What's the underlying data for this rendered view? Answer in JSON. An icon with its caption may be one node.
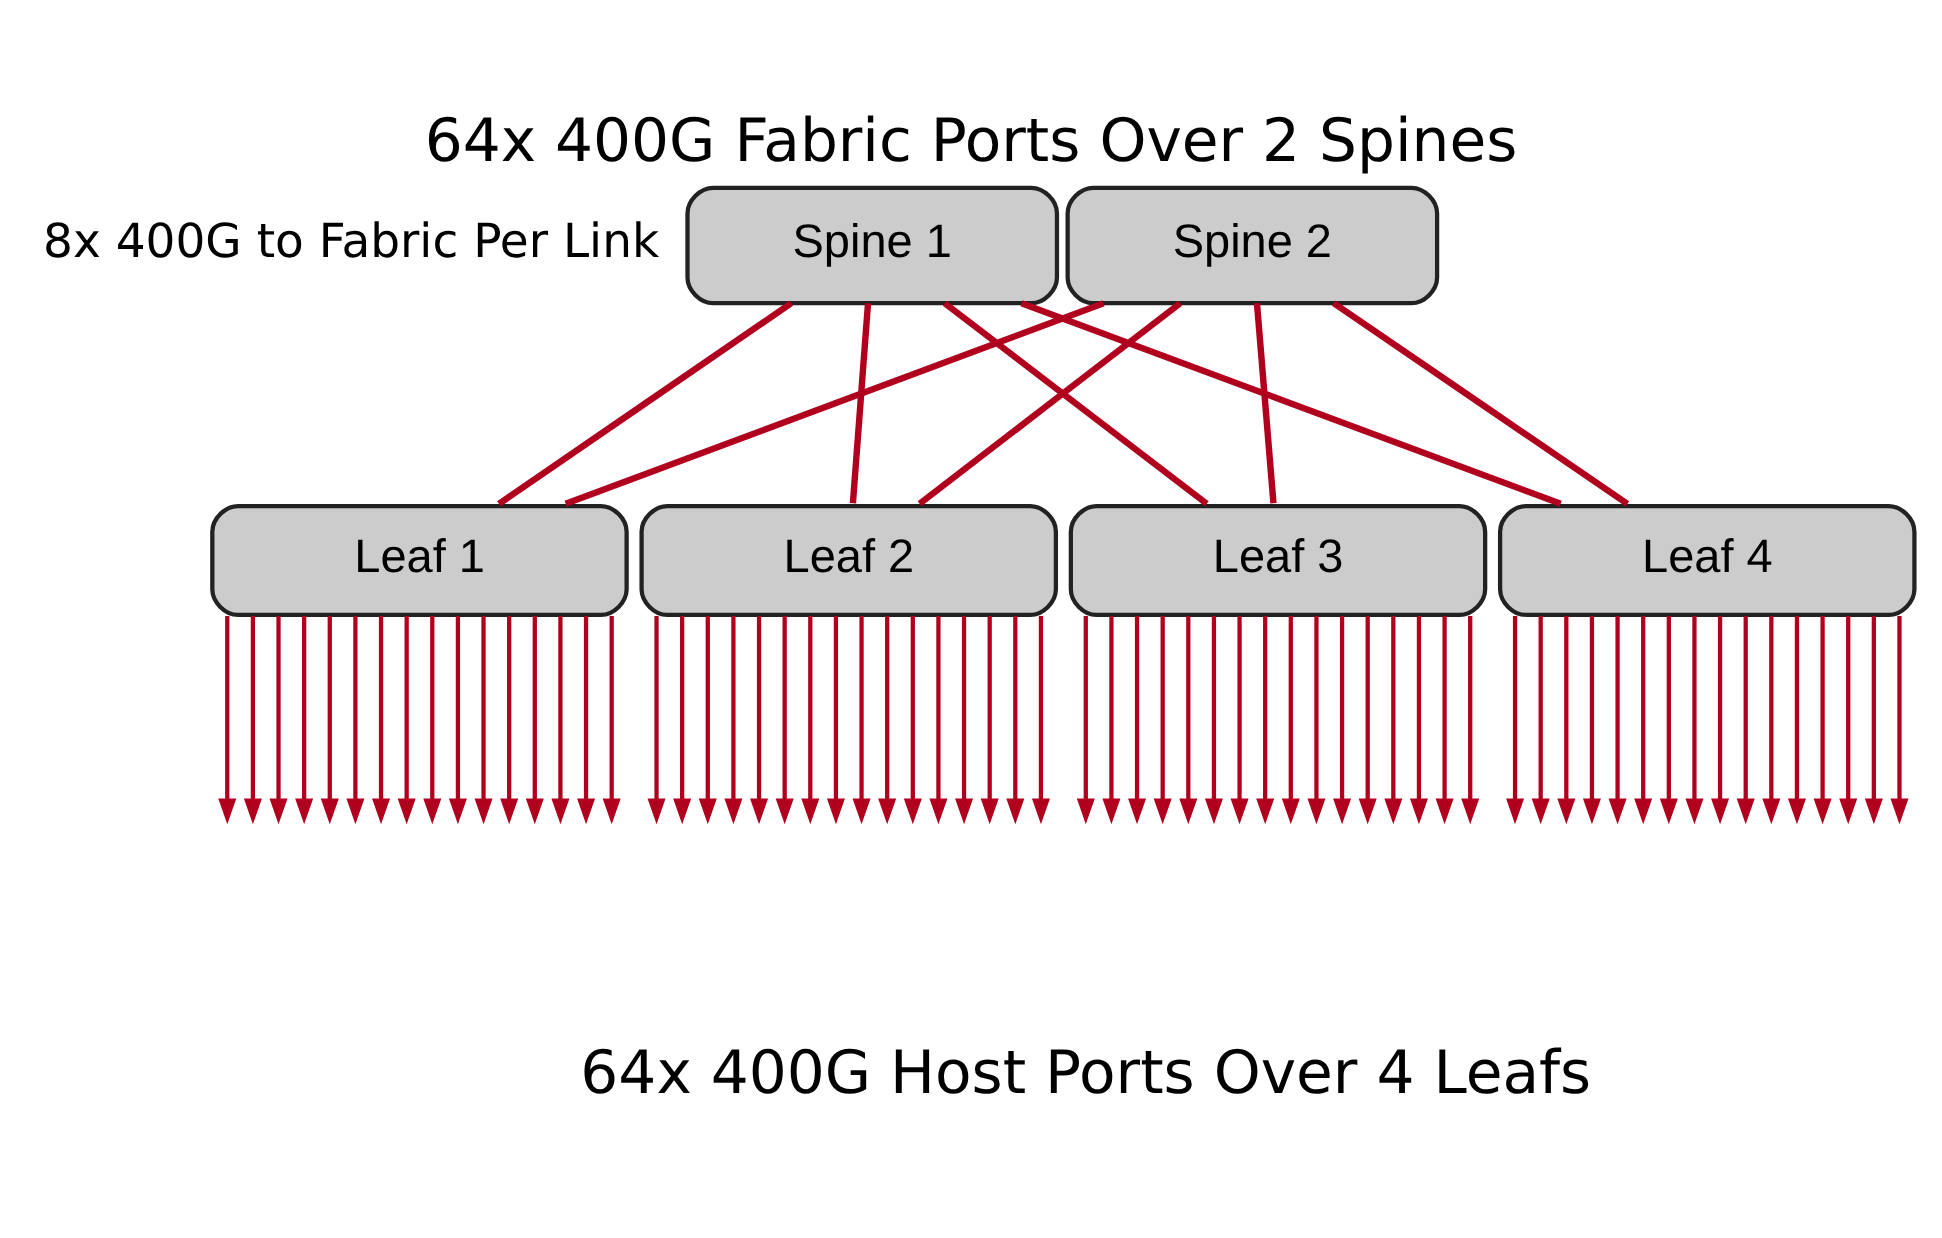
{
  "diagram": {
    "title": "64x 400G Fabric Ports Over 2 Spines",
    "caption": "64x 400G Host Ports Over 4 Leafs",
    "nodes": [
      {
        "text": [
          "Spine 1"
        ]
      },
      {
        "text": [
          "Spine 2"
        ]
      },
      {
        "text": [
          "Leaf 1"
        ]
      },
      {
        "text": [
          "Leaf 2"
        ]
      },
      {
        "text": [
          "Leaf 3"
        ]
      },
      {
        "text": [
          "Leaf 4"
        ]
      }
    ],
    "edges": [
      {
        "from": 0,
        "to": 2,
        "arrow": "none"
      },
      {
        "from": 0,
        "to": 3,
        "arrow": "none"
      },
      {
        "from": 0,
        "to": 4,
        "arrow": "none"
      },
      {
        "from": 0,
        "to": 5,
        "arrow": "none"
      },
      {
        "from": 1,
        "to": 2,
        "arrow": "none"
      },
      {
        "from": 1,
        "to": 3,
        "arrow": "none"
      },
      {
        "from": 1,
        "to": 4,
        "arrow": "none"
      },
      {
        "from": 1,
        "to": 5,
        "arrow": "none"
      },
      {
        "from": 2,
        "to": null,
        "arrow": "to"
      },
      {
        "from": 2,
        "to": null,
        "arrow": "to"
      },
      {
        "from": 2,
        "to": null,
        "arrow": "to"
      },
      {
        "from": 2,
        "to": null,
        "arrow": "to"
      },
      {
        "from": 2,
        "to": null,
        "arrow": "to"
      },
      {
        "from": 2,
        "to": null,
        "arrow": "to"
      },
      {
        "from": 2,
        "to": null,
        "arrow": "to"
      },
      {
        "from": 2,
        "to": null,
        "arrow": "to"
      },
      {
        "from": 2,
        "to": null,
        "arrow": "to"
      },
      {
        "from": 2,
        "to": null,
        "arrow": "to"
      },
      {
        "from": 2,
        "to": null,
        "arrow": "to"
      },
      {
        "from": 2,
        "to": null,
        "arrow": "to"
      },
      {
        "from": 2,
        "to": null,
        "arrow": "to"
      },
      {
        "from": 2,
        "to": null,
        "arrow": "to"
      },
      {
        "from": 2,
        "to": null,
        "arrow": "to"
      },
      {
        "from": 2,
        "to": null,
        "arrow": "to"
      },
      {
        "from": 3,
        "to": null,
        "arrow": "to"
      },
      {
        "from": 3,
        "to": null,
        "arrow": "to"
      },
      {
        "from": 3,
        "to": null,
        "arrow": "to"
      },
      {
        "from": 3,
        "to": null,
        "arrow": "to"
      },
      {
        "from": 3,
        "to": null,
        "arrow": "to"
      },
      {
        "from": 3,
        "to": null,
        "arrow": "to"
      },
      {
        "from": 3,
        "to": null,
        "arrow": "to"
      },
      {
        "from": 3,
        "to": null,
        "arrow": "to"
      },
      {
        "from": 3,
        "to": null,
        "arrow": "to"
      },
      {
        "from": 3,
        "to": null,
        "arrow": "to"
      },
      {
        "from": 3,
        "to": null,
        "arrow": "to"
      },
      {
        "from": 3,
        "to": null,
        "arrow": "to"
      },
      {
        "from": 3,
        "to": null,
        "arrow": "to"
      },
      {
        "from": 3,
        "to": null,
        "arrow": "to"
      },
      {
        "from": 3,
        "to": null,
        "arrow": "to"
      },
      {
        "from": 3,
        "to": null,
        "arrow": "to"
      },
      {
        "from": 4,
        "to": null,
        "arrow": "to"
      },
      {
        "from": 4,
        "to": null,
        "arrow": "to"
      },
      {
        "from": 4,
        "to": null,
        "arrow": "to"
      },
      {
        "from": 4,
        "to": null,
        "arrow": "to"
      },
      {
        "from": 4,
        "to": null,
        "arrow": "to"
      },
      {
        "from": 4,
        "to": null,
        "arrow": "to"
      },
      {
        "from": 4,
        "to": null,
        "arrow": "to"
      },
      {
        "from": 4,
        "to": null,
        "arrow": "to"
      },
      {
        "from": 4,
        "to": null,
        "arrow": "to"
      },
      {
        "from": 4,
        "to": null,
        "arrow": "to"
      },
      {
        "from": 4,
        "to": null,
        "arrow": "to"
      },
      {
        "from": 4,
        "to": null,
        "arrow": "to"
      },
      {
        "from": 4,
        "to": null,
        "arrow": "to"
      },
      {
        "from": 4,
        "to": null,
        "arrow": "to"
      },
      {
        "from": 4,
        "to": null,
        "arrow": "to"
      },
      {
        "from": 4,
        "to": null,
        "arrow": "to"
      },
      {
        "from": 5,
        "to": null,
        "arrow": "to"
      },
      {
        "from": 5,
        "to": null,
        "arrow": "to"
      },
      {
        "from": 5,
        "to": null,
        "arrow": "to"
      },
      {
        "from": 5,
        "to": null,
        "arrow": "to"
      },
      {
        "from": 5,
        "to": null,
        "arrow": "to"
      },
      {
        "from": 5,
        "to": null,
        "arrow": "to"
      },
      {
        "from": 5,
        "to": null,
        "arrow": "to"
      },
      {
        "from": 5,
        "to": null,
        "arrow": "to"
      },
      {
        "from": 5,
        "to": null,
        "arrow": "to"
      },
      {
        "from": 5,
        "to": null,
        "arrow": "to"
      },
      {
        "from": 5,
        "to": null,
        "arrow": "to"
      },
      {
        "from": 5,
        "to": null,
        "arrow": "to"
      },
      {
        "from": 5,
        "to": null,
        "arrow": "to"
      },
      {
        "from": 5,
        "to": null,
        "arrow": "to"
      },
      {
        "from": 5,
        "to": null,
        "arrow": "to"
      },
      {
        "from": 5,
        "to": null,
        "arrow": "to"
      }
    ],
    "labels": [
      "8x 400G to Fabric Per Link"
    ]
  }
}
